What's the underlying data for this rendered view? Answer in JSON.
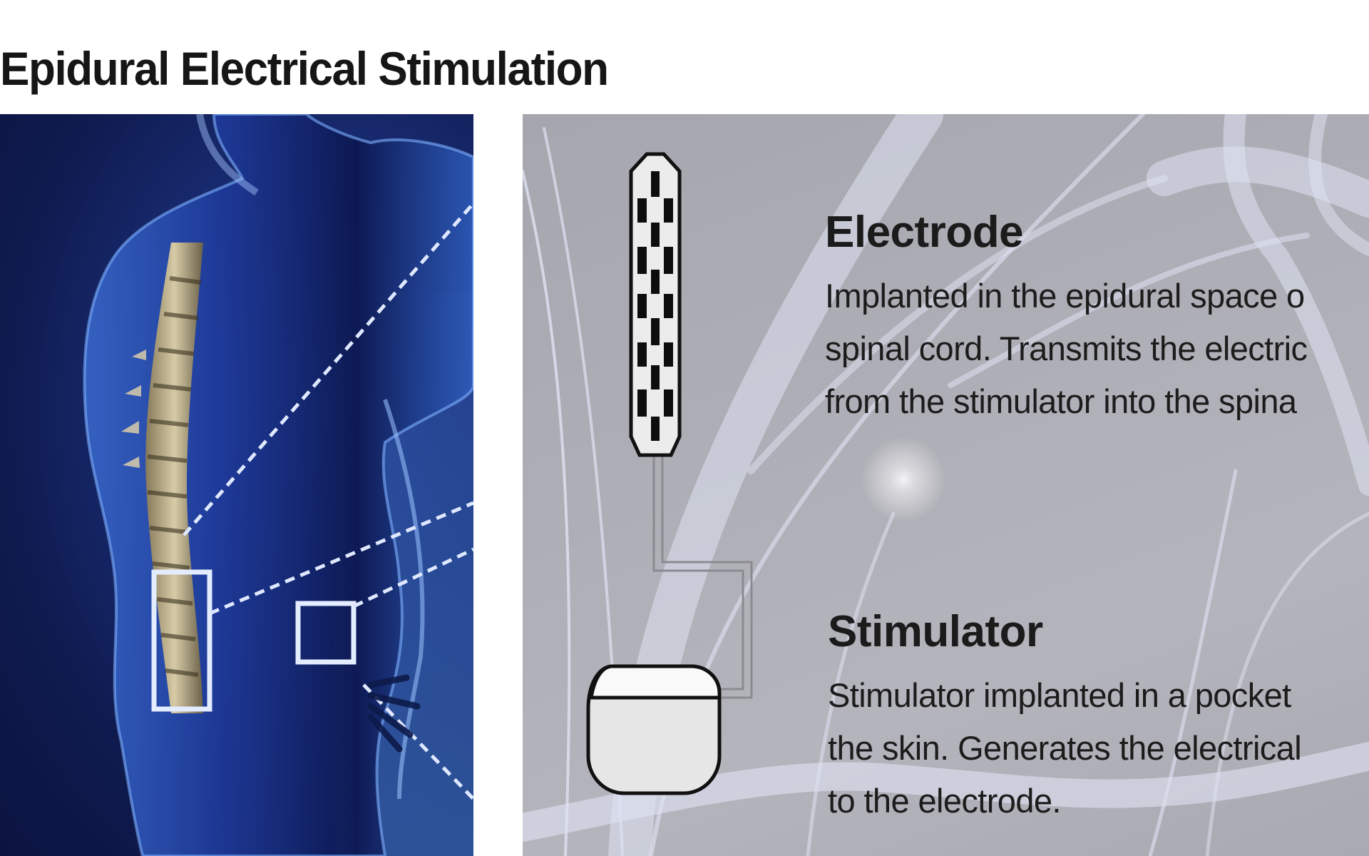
{
  "title": "Epidural Electrical Stimulation",
  "colors": {
    "title_text": "#161616",
    "left_panel_bg": "#1a2f78",
    "right_panel_bg": "#aeaeb6",
    "device_fill": "#e6e6e6",
    "device_stroke": "#111111",
    "callout_line": "#dfe8ff"
  },
  "left_panel": {
    "description": "Back view of human torso with highlighted spine",
    "callouts": [
      {
        "name": "spine-box",
        "label": ""
      },
      {
        "name": "hip-box",
        "label": ""
      }
    ]
  },
  "components": [
    {
      "name": "Electrode",
      "description_lines": [
        "Implanted in the epidural space o",
        "spinal cord. Transmits the electric",
        "from the stimulator into the spina"
      ]
    },
    {
      "name": "Stimulator",
      "description_lines": [
        "Stimulator implanted in a pocket",
        "the skin. Generates the electrical",
        "to the electrode."
      ]
    }
  ]
}
